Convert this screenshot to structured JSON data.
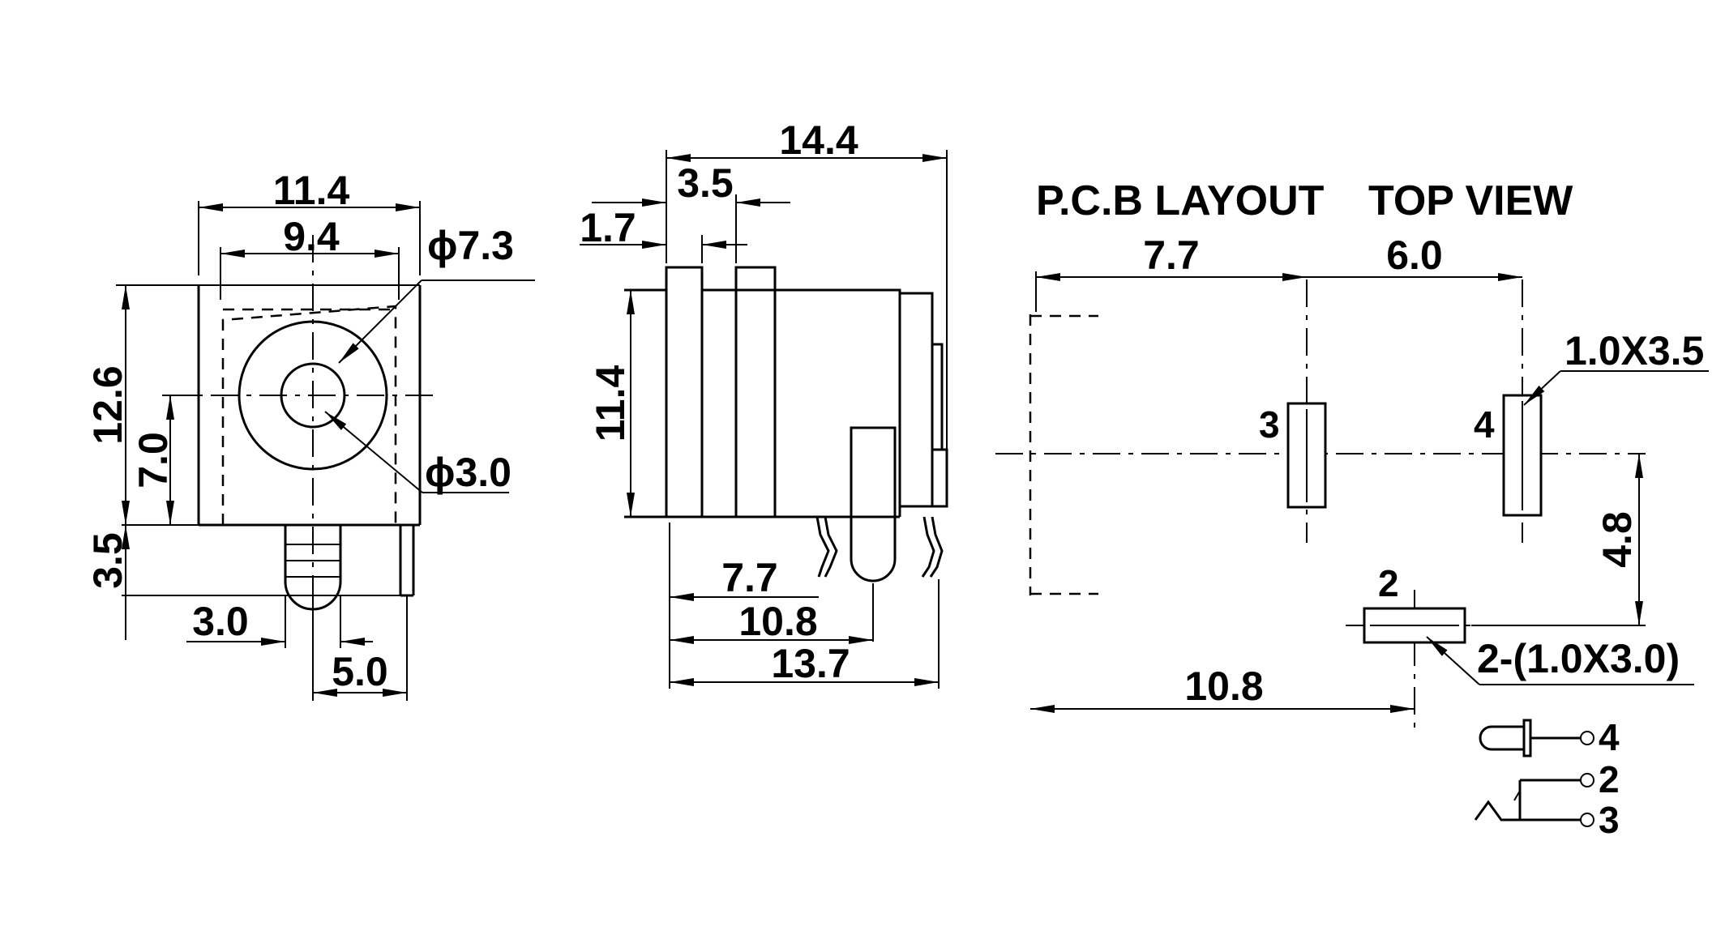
{
  "front_view": {
    "width_outer": "11.4",
    "width_inner": "9.4",
    "height_total": "12.6",
    "center_height": "7.0",
    "pin_height": "3.5",
    "pin_offset": "3.0",
    "pin_spacing": "5.0",
    "outer_diameter": "ϕ7.3",
    "inner_diameter": "ϕ3.0"
  },
  "side_view": {
    "total_length": "14.4",
    "flange_length": "3.5",
    "flange_thickness": "1.7",
    "body_height": "11.4",
    "pin_dist_1": "7.7",
    "pin_dist_2": "10.8",
    "pin_dist_3": "13.7"
  },
  "pcb_layout": {
    "title": "P.C.B LAYOUT",
    "view_title": "TOP VIEW",
    "dist_pin3": "7.7",
    "dist_pin4": "6.0",
    "pad_size_4": "1.0X3.5",
    "pad_size_2": "2-(1.0X3.0)",
    "offset_pin2": "4.8",
    "dist_pin2": "10.8",
    "pin3_label": "3",
    "pin4_label": "4",
    "pin2_label": "2"
  },
  "schematic": {
    "pins": [
      "4",
      "2",
      "3"
    ]
  }
}
